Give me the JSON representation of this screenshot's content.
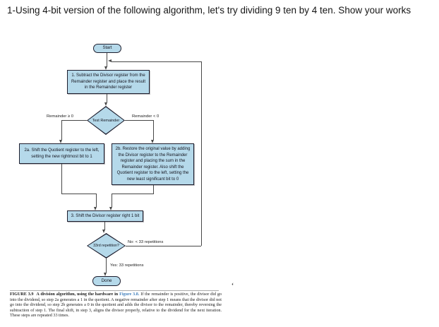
{
  "page": {
    "title": "1-Using 4-bit version of the following algorithm, let's try dividing 9 ten by 4 ten. Show your works"
  },
  "colors": {
    "shape_fill": "#b5d9ea",
    "shape_border": "#1e1e2e",
    "line": "#474747",
    "link": "#4481bd"
  },
  "flowchart": {
    "start": "Start",
    "step1": "1. Subtract the Divisor register from the Remainder register and place the result in the Remainder register",
    "test_remainder": "Test Remainder",
    "branch_left_label": "Remainder ≥ 0",
    "branch_right_label": "Remainder < 0",
    "step2a": "2a. Shift the Quotient register to the left, setting the new rightmost bit to 1",
    "step2b": "2b. Restore the original value by adding the Divisor register to the Remainder register and placing the sum in the Remainder register. Also shift the Quotient register to the left, setting the new least significant bit to 0",
    "step3": "3. Shift the Divisor register right 1 bit",
    "repetition_test": "33rd repetition?",
    "no_label": "No: < 33 repetitions",
    "yes_label": "Yes: 33 repetitions",
    "done": "Done"
  },
  "caption": {
    "figure_label": "FIGURE 3.9",
    "title_bold": "A division algorithm, using the hardware in ",
    "figure_link": "Figure 3.8.",
    "body": " If the remainder is positive, the divisor did go into the dividend, so step 2a generates a 1 in the quotient. A negative remainder after step 1 means that the divisor did not go into the dividend, so step 2b generates a 0 in the quotient and adds the divisor to the remainder, thereby reversing the subtraction of step 1. The final shift, in step 3, aligns the divisor properly, relative to the dividend for the next iteration. These steps are repeated 33 times."
  },
  "stray_mark": "‘"
}
